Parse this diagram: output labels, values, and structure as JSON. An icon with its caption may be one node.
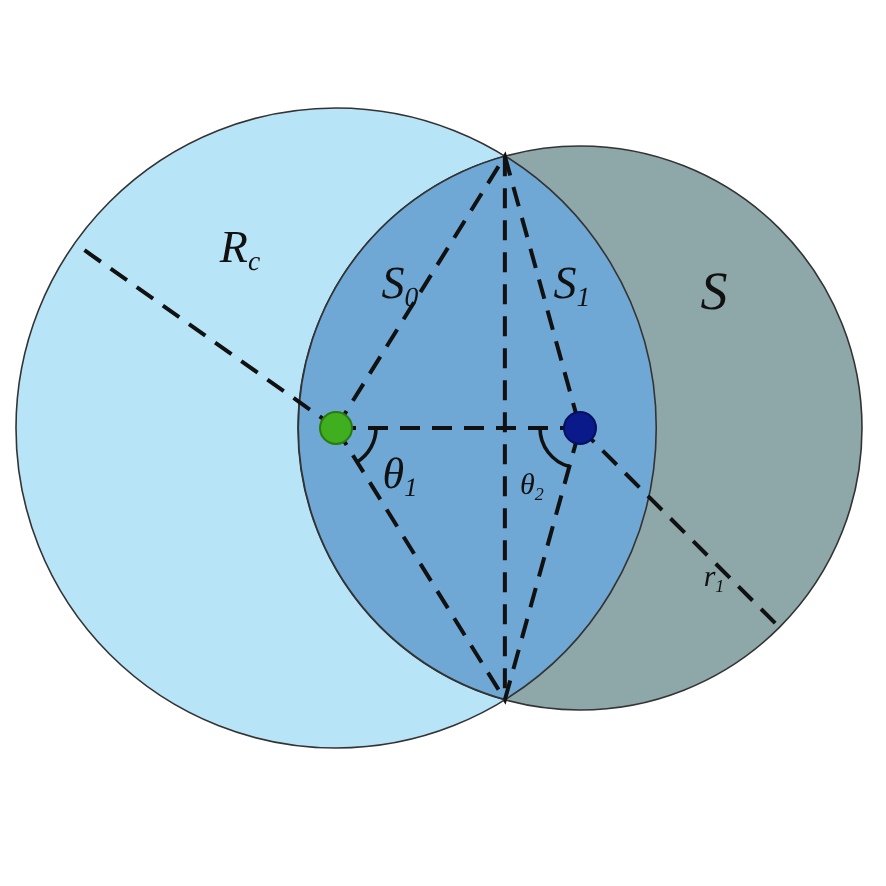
{
  "diagram": {
    "nodes": [
      {
        "text": [
          "R$_{c}$"
        ]
      },
      {
        "text": [
          "S",
          "r$_{1}$"
        ]
      },
      {
        "text": [
          "S$_{0}$",
          "S$_{1}$",
          "θ$_{1}$",
          "θ$_{2}$"
        ]
      }
    ]
  }
}
